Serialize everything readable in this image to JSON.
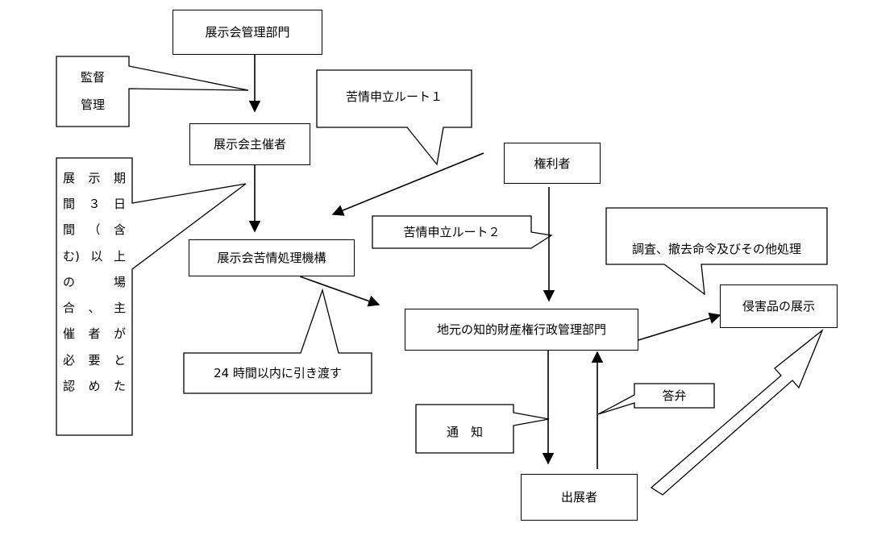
{
  "nodes": {
    "dept": "展示会管理部門",
    "organizer": "展示会主催者",
    "complaint_org": "展示会苦情処理機構",
    "rights_holder": "権利者",
    "local_ip_office": "地元の知的財産権行政管理部門",
    "exhibitor": "出展者",
    "infringing": "侵害品の展示"
  },
  "callouts": {
    "supervise": [
      "監督",
      "管理"
    ],
    "route1": "苦情申立ルート１",
    "route2": "苦情申立ルート２",
    "investigate": "調査、撤去命令及びその他処理",
    "hand_over": "24 時間以内に引き渡す",
    "notify": "通　知",
    "answer": "答弁",
    "condition_rows": [
      [
        "展",
        "示",
        "期"
      ],
      [
        "間",
        "３",
        "日"
      ],
      [
        "間",
        "（",
        "含"
      ],
      [
        "む)",
        "以",
        "上"
      ],
      [
        "の",
        "",
        "場"
      ],
      [
        "合",
        "、",
        "主"
      ],
      [
        "催",
        "者",
        "が"
      ],
      [
        "必",
        "要",
        "と"
      ],
      [
        "認",
        "め",
        "た"
      ]
    ]
  }
}
